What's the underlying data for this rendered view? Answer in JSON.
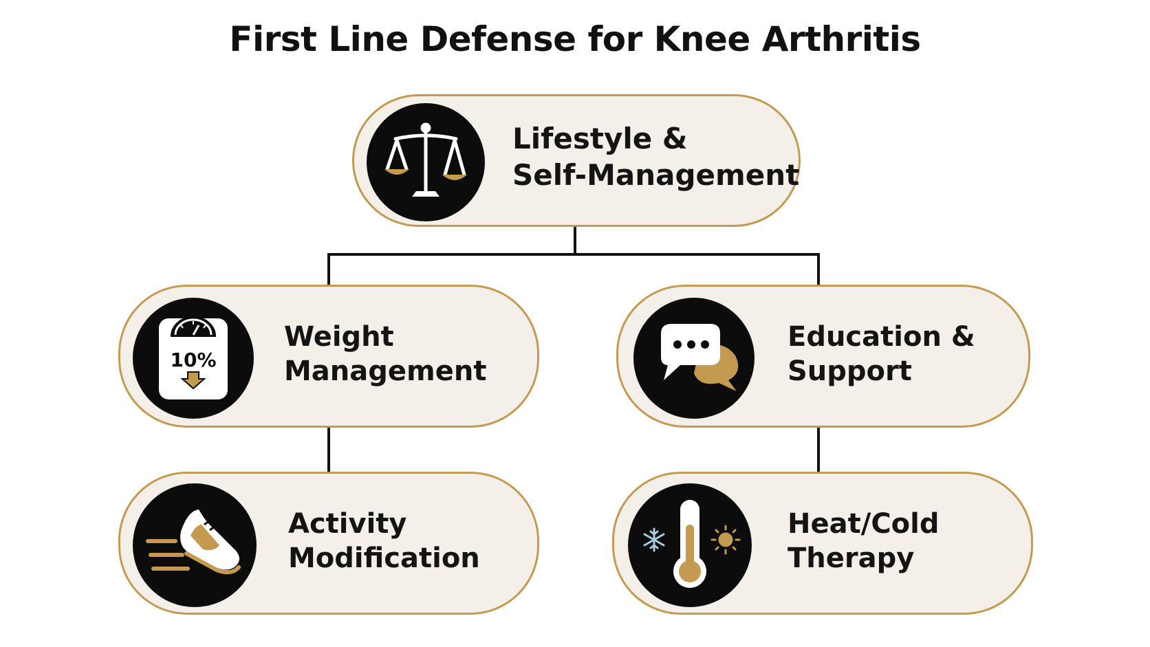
{
  "title": "First Line Defense for Knee Arthritis",
  "colors": {
    "accent": "#c39a4f",
    "node_fill": "#f4f0e9",
    "icon_fill": "#0c0c0c",
    "text": "#111111",
    "snowflake": "#a9cde0"
  },
  "nodes": {
    "root": {
      "line1": "Lifestyle &",
      "line2": "Self-Management",
      "icon": "scales-of-justice-icon"
    },
    "weight": {
      "line1": "Weight",
      "line2": "Management",
      "icon": "weighing-scale-icon",
      "icon_text": "10%"
    },
    "education": {
      "line1": "Education &",
      "line2": "Support",
      "icon": "chat-bubbles-icon"
    },
    "activity": {
      "line1": "Activity",
      "line2": "Modification",
      "icon": "running-shoe-icon"
    },
    "therapy": {
      "line1": "Heat/Cold",
      "line2": "Therapy",
      "icon": "thermometer-icon"
    }
  }
}
